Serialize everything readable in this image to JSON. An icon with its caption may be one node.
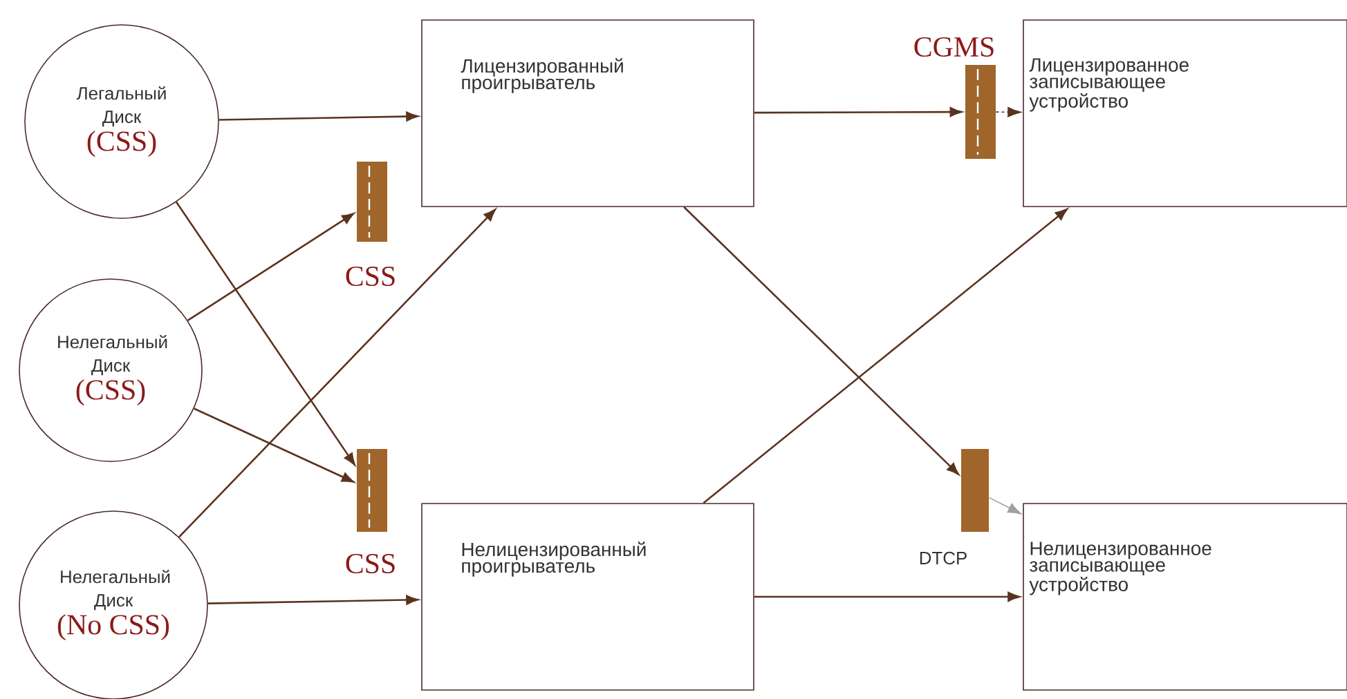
{
  "diagram": {
    "nodes": [
      {
        "text": [
          "Легальный Диск",
          "(CSS)"
        ]
      },
      {
        "text": [
          "Нелегальный Диск",
          "(CSS)"
        ]
      },
      {
        "text": [
          "Нелегальный Диск",
          "(No CSS)"
        ]
      },
      {
        "text": [
          "Лицензированный проигрыватель"
        ]
      },
      {
        "text": [
          "Нелицензированный проигрыватель"
        ]
      },
      {
        "text": [],
        "shape": "bar",
        "beside": [
          "CSS"
        ]
      },
      {
        "text": [],
        "shape": "bar",
        "beside": [
          "CSS"
        ]
      },
      {
        "text": [],
        "shape": "bar",
        "beside": [
          "CGMS"
        ]
      },
      {
        "text": [],
        "shape": "bar",
        "beside": [
          "DTCP"
        ]
      },
      {
        "text": [
          "Лицензированное записывающее устройство"
        ]
      },
      {
        "text": [
          "Нелицензированное записывающее устройство"
        ]
      }
    ],
    "edges": [
      {
        "from": 0,
        "to": 3,
        "arrow": "to"
      },
      {
        "from": 0,
        "to": 6,
        "arrow": "to"
      },
      {
        "from": 1,
        "to": 5,
        "arrow": "to"
      },
      {
        "from": 1,
        "to": 6,
        "arrow": "to"
      },
      {
        "from": 2,
        "to": 3,
        "arrow": "to"
      },
      {
        "from": 2,
        "to": 4,
        "arrow": "to"
      },
      {
        "from": 3,
        "to": 7,
        "arrow": "to"
      },
      {
        "from": 7,
        "to": 9,
        "arrow": "to",
        "style": "dashed"
      },
      {
        "from": 3,
        "to": 8,
        "arrow": "to"
      },
      {
        "from": 8,
        "to": 10,
        "arrow": "to",
        "color": "#a0a0a0"
      },
      {
        "from": 4,
        "to": 9,
        "arrow": "to"
      },
      {
        "from": 4,
        "to": 10,
        "arrow": "to"
      }
    ]
  }
}
